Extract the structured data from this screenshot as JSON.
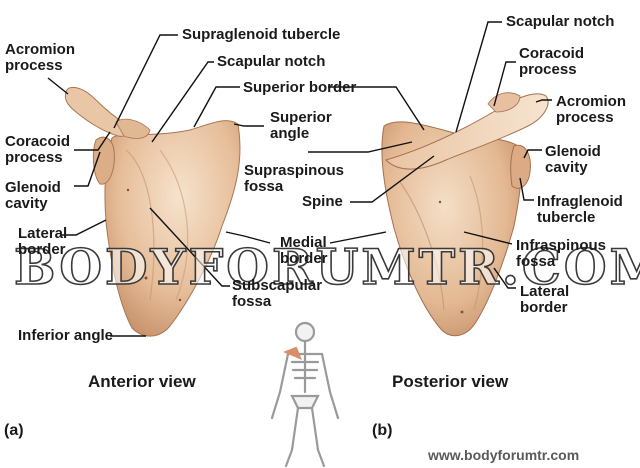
{
  "anterior": {
    "acromion_process": "Acromion\nprocess",
    "supraglenoid_tubercle": "Supraglenoid tubercle",
    "scapular_notch": "Scapular notch",
    "superior_border": "Superior border",
    "coracoid_process": "Coracoid\nprocess",
    "glenoid_cavity": "Glenoid\ncavity",
    "lateral_border": "Lateral\nborder",
    "subscapular_fossa": "Subscapular\nfossa",
    "inferior_angle": "Inferior angle",
    "view_title": "Anterior view",
    "panel_letter": "(a)"
  },
  "center": {
    "superior_angle": "Superior\nangle",
    "supraspinous_fossa": "Supraspinous\nfossa",
    "spine": "Spine",
    "medial_border": "Medial\nborder"
  },
  "posterior": {
    "scapular_notch": "Scapular notch",
    "coracoid_process": "Coracoid\nprocess",
    "acromion_process": "Acromion\nprocess",
    "glenoid_cavity": "Glenoid\ncavity",
    "infraglenoid_tubercle": "Infraglenoid\ntubercle",
    "infraspinous_fossa": "Infraspinous\nfossa",
    "lateral_border": "Lateral\nborder",
    "view_title": "Posterior view",
    "panel_letter": "(b)"
  },
  "watermark": "BODYFORUMTR.COM",
  "footer_url": "www.bodyforumtr.com",
  "colors": {
    "bone_light": "#f3dcc4",
    "bone_mid": "#e2b48e",
    "bone_dark": "#bf8a62",
    "leader": "#111111",
    "label": "#1a1a1a"
  }
}
